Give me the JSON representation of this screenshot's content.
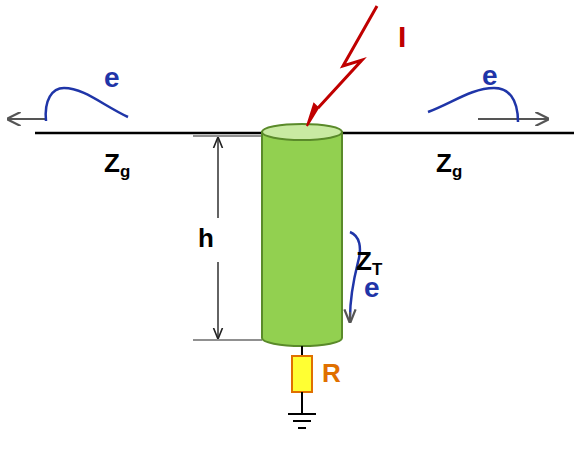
{
  "diagram": {
    "labels": [
      "I",
      "e",
      "e",
      "Zg",
      "Zg",
      "h",
      "ZT",
      "e",
      "R"
    ]
  }
}
